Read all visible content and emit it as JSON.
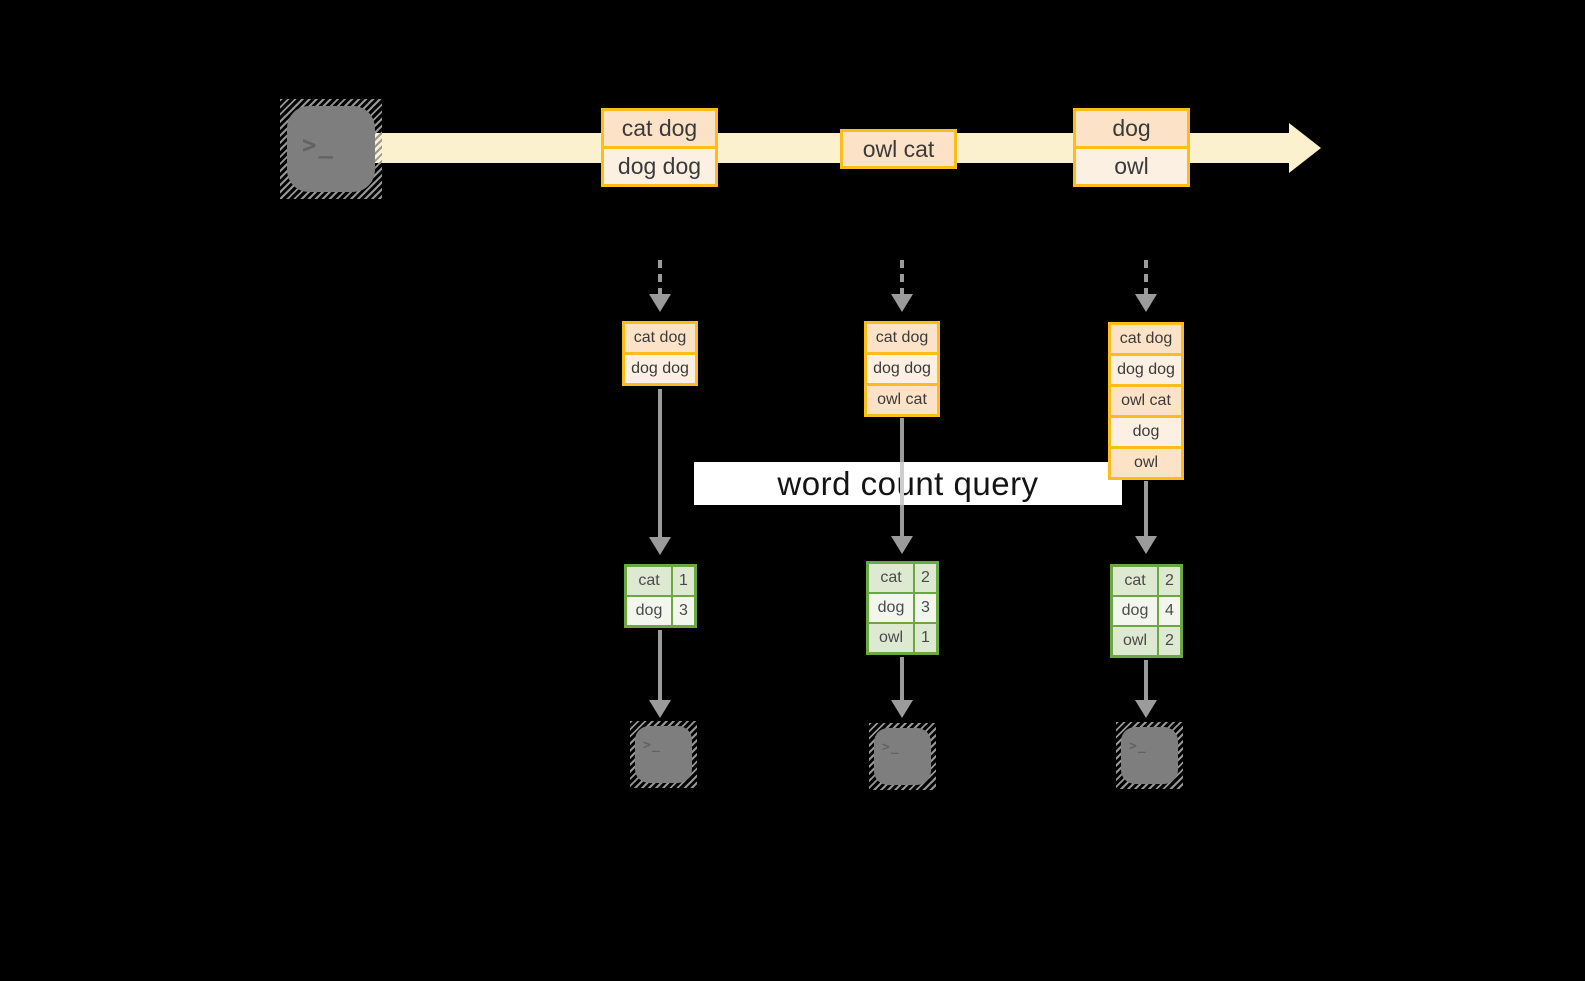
{
  "diagram": {
    "query_label": "word count query",
    "terminal_glyph": ">_"
  },
  "colors": {
    "background": "#000000",
    "stream_band": "#FBF1CE",
    "record_border": "#FBBD1C",
    "record_fill_dark": "#FCE3C7",
    "record_fill_light": "#FCF0E3",
    "table_border": "#6CA741",
    "table_fill_dark": "#DEE9D2",
    "table_fill_light": "#F2F6EC",
    "arrow_gray": "#9B9B9B",
    "terminal_gray": "#7E7E7E"
  },
  "stream": {
    "source_icon": "terminal-icon",
    "batches": [
      {
        "cells": [
          "cat dog",
          "dog dog"
        ]
      },
      {
        "cells": [
          "owl cat"
        ]
      },
      {
        "cells": [
          "dog",
          "owl"
        ]
      }
    ]
  },
  "columns": [
    {
      "snapshot": [
        "cat dog",
        "dog dog"
      ],
      "result": [
        {
          "word": "cat",
          "count": "1"
        },
        {
          "word": "dog",
          "count": "3"
        }
      ]
    },
    {
      "snapshot": [
        "cat dog",
        "dog dog",
        "owl cat"
      ],
      "result": [
        {
          "word": "cat",
          "count": "2"
        },
        {
          "word": "dog",
          "count": "3"
        },
        {
          "word": "owl",
          "count": "1"
        }
      ]
    },
    {
      "snapshot": [
        "cat dog",
        "dog dog",
        "owl cat",
        "dog",
        "owl"
      ],
      "result": [
        {
          "word": "cat",
          "count": "2"
        },
        {
          "word": "dog",
          "count": "4"
        },
        {
          "word": "owl",
          "count": "2"
        }
      ]
    }
  ]
}
